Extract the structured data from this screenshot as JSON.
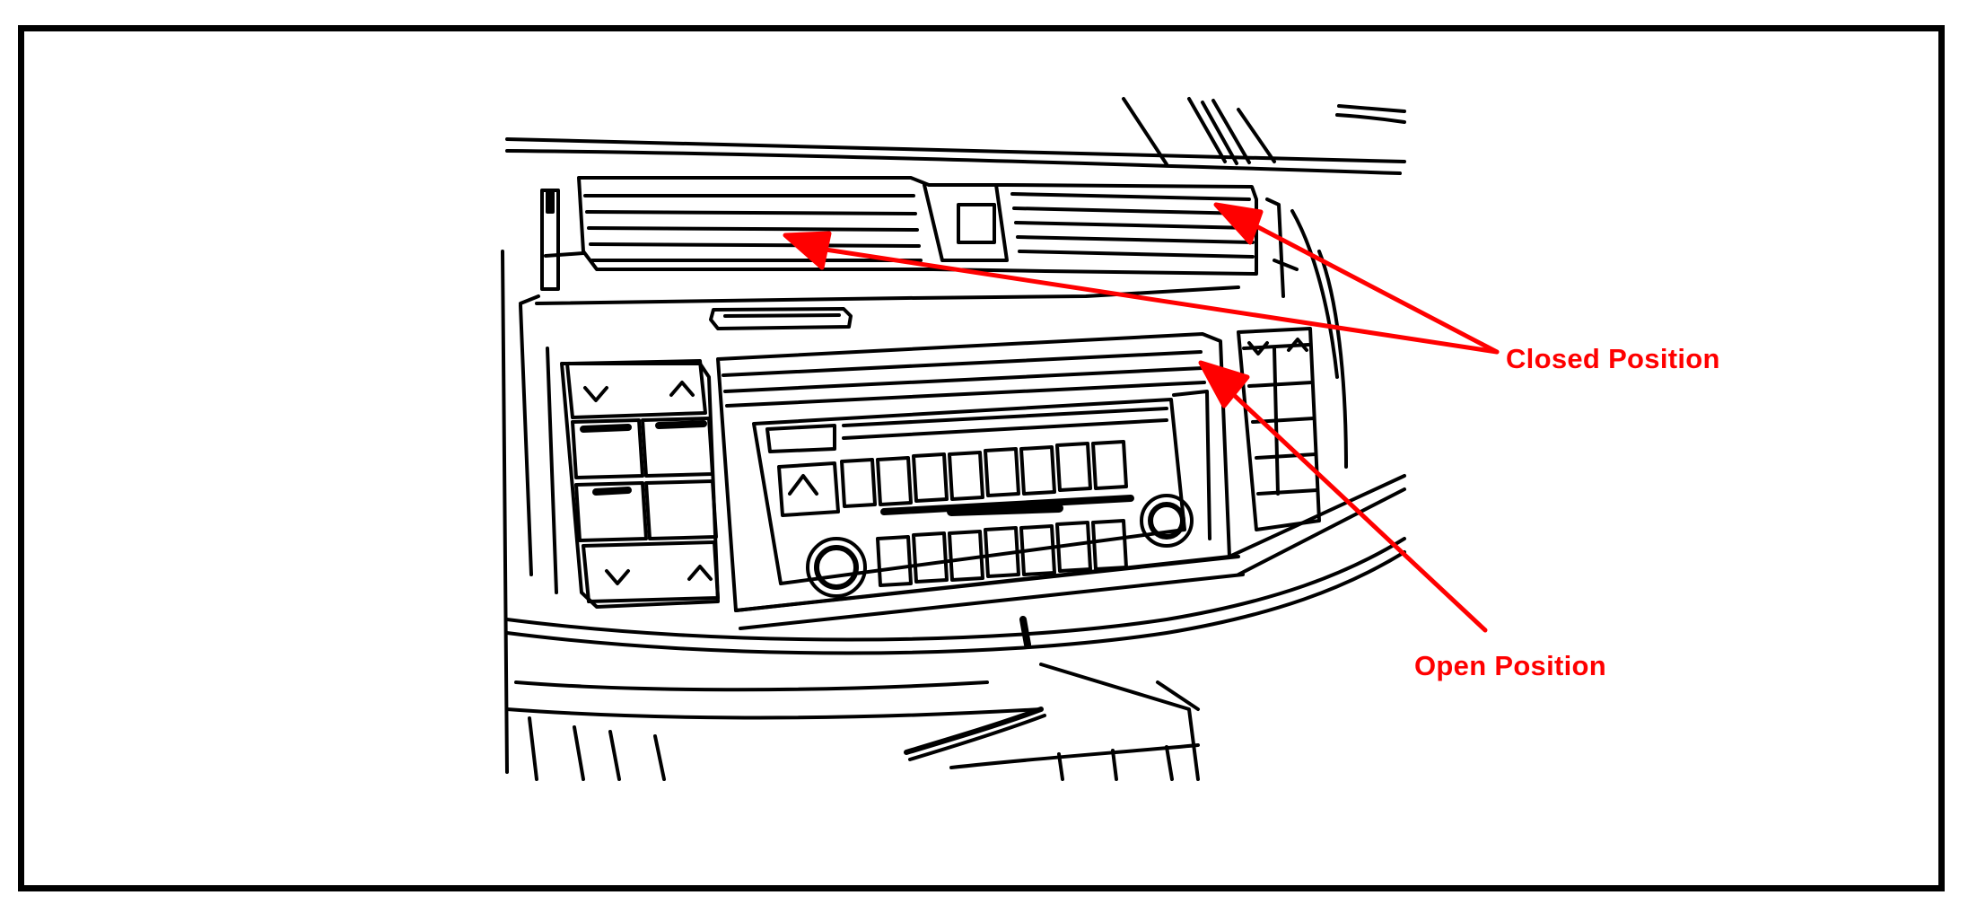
{
  "labels": {
    "closed": "Closed Position",
    "open": "Open Position"
  },
  "colors": {
    "ink": "#000000",
    "accent": "#ff0000",
    "background": "#ffffff"
  },
  "icons": {
    "vent_arrows": "red-callout-arrow",
    "hazard_button": "triangle-icon",
    "volume_knob": "knob-icon"
  }
}
